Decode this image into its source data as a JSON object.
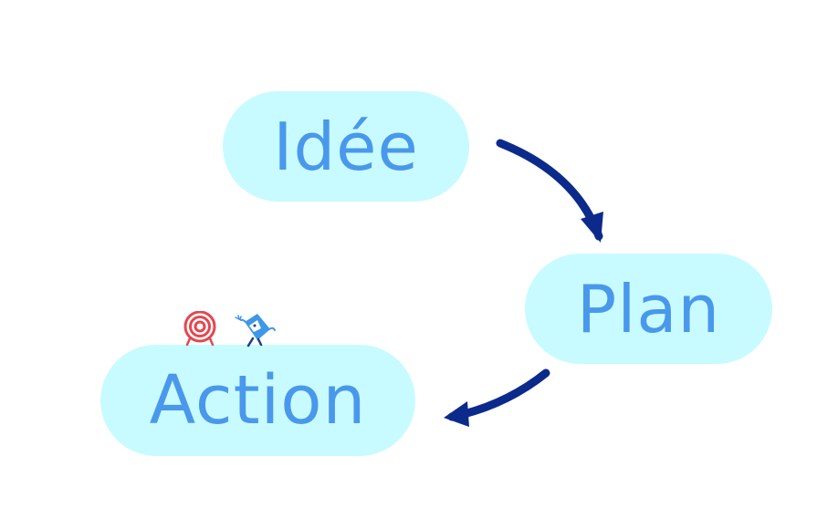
{
  "diagram": {
    "nodes": [
      {
        "id": "idee",
        "label": "Idée"
      },
      {
        "id": "plan",
        "label": "Plan"
      },
      {
        "id": "action",
        "label": "Action"
      }
    ],
    "edges": [
      {
        "from": "idee",
        "to": "plan"
      },
      {
        "from": "plan",
        "to": "action"
      }
    ],
    "icons": [
      "target-icon",
      "robot-mascot-icon"
    ],
    "colors": {
      "node_fill": "#c8fbff",
      "node_text": "#4a98ec",
      "arrow": "#0b2a8c",
      "target": "#e3474f",
      "mascot": "#3f97e8"
    }
  }
}
